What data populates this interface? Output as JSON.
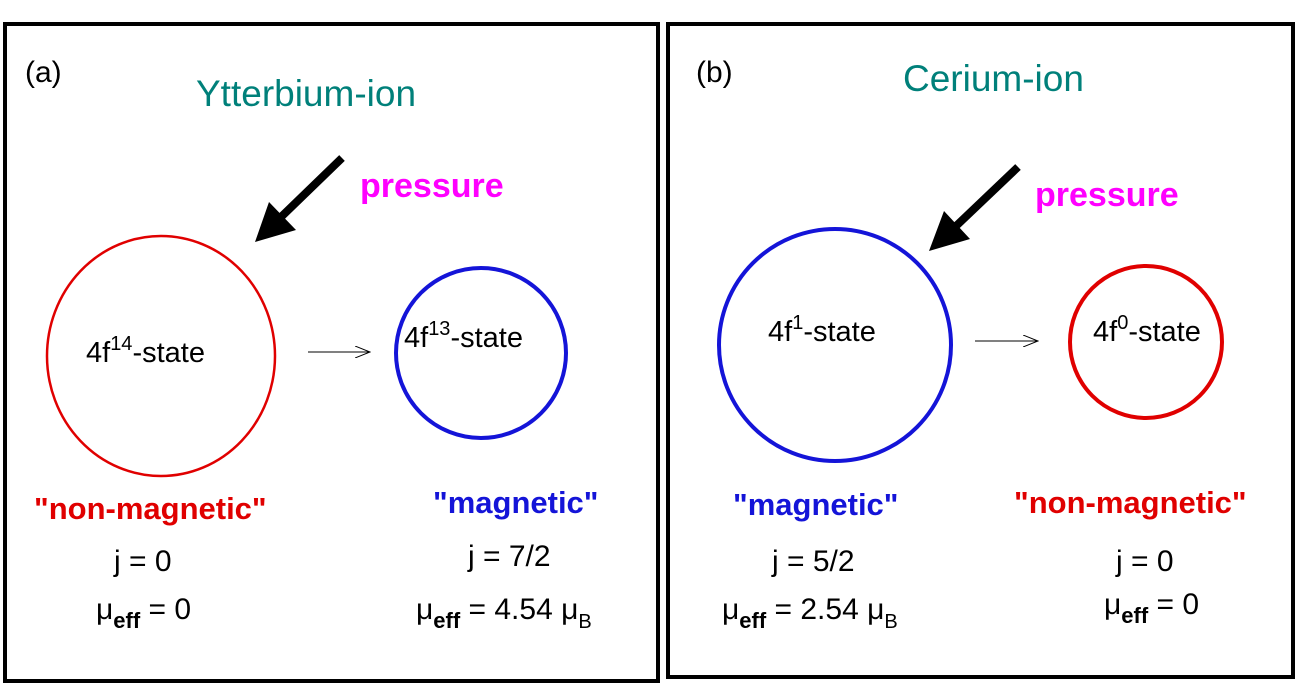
{
  "panel_a": {
    "label": "(a)",
    "title": "Ytterbium-ion",
    "pressure": "pressure",
    "left_state": {
      "base": "4f",
      "sup": "14",
      "rest": "-state"
    },
    "right_state": {
      "base": "4f",
      "sup": "13",
      "rest": "-state"
    },
    "left_kind": "\"non-magnetic\"",
    "right_kind": "\"magnetic\"",
    "left_j": "j = 0",
    "left_mu": {
      "mu": "μ",
      "sub": "eff",
      "rest": " = 0"
    },
    "right_j": "j = 7/2",
    "right_mu": {
      "mu": "μ",
      "sub": "eff",
      "rest": " = 4.54 μ",
      "unit_sub": "B"
    }
  },
  "panel_b": {
    "label": "(b)",
    "title": "Cerium-ion",
    "pressure": "pressure",
    "left_state": {
      "base": "4f",
      "sup": "1",
      "rest": "-state"
    },
    "right_state": {
      "base": "4f",
      "sup": "0",
      "rest": "-state"
    },
    "left_kind": "\"magnetic\"",
    "right_kind": "\"non-magnetic\"",
    "left_j": "j = 5/2",
    "left_mu": {
      "mu": "μ",
      "sub": "eff",
      "rest": " = 2.54 μ",
      "unit_sub": "B"
    },
    "right_j": "j = 0",
    "right_mu": {
      "mu": "μ",
      "sub": "eff",
      "rest": " = 0"
    }
  },
  "colors": {
    "title": "#00807a",
    "pressure": "#ff00ff",
    "non_magnetic": "#e00000",
    "magnetic": "#1414d8"
  }
}
